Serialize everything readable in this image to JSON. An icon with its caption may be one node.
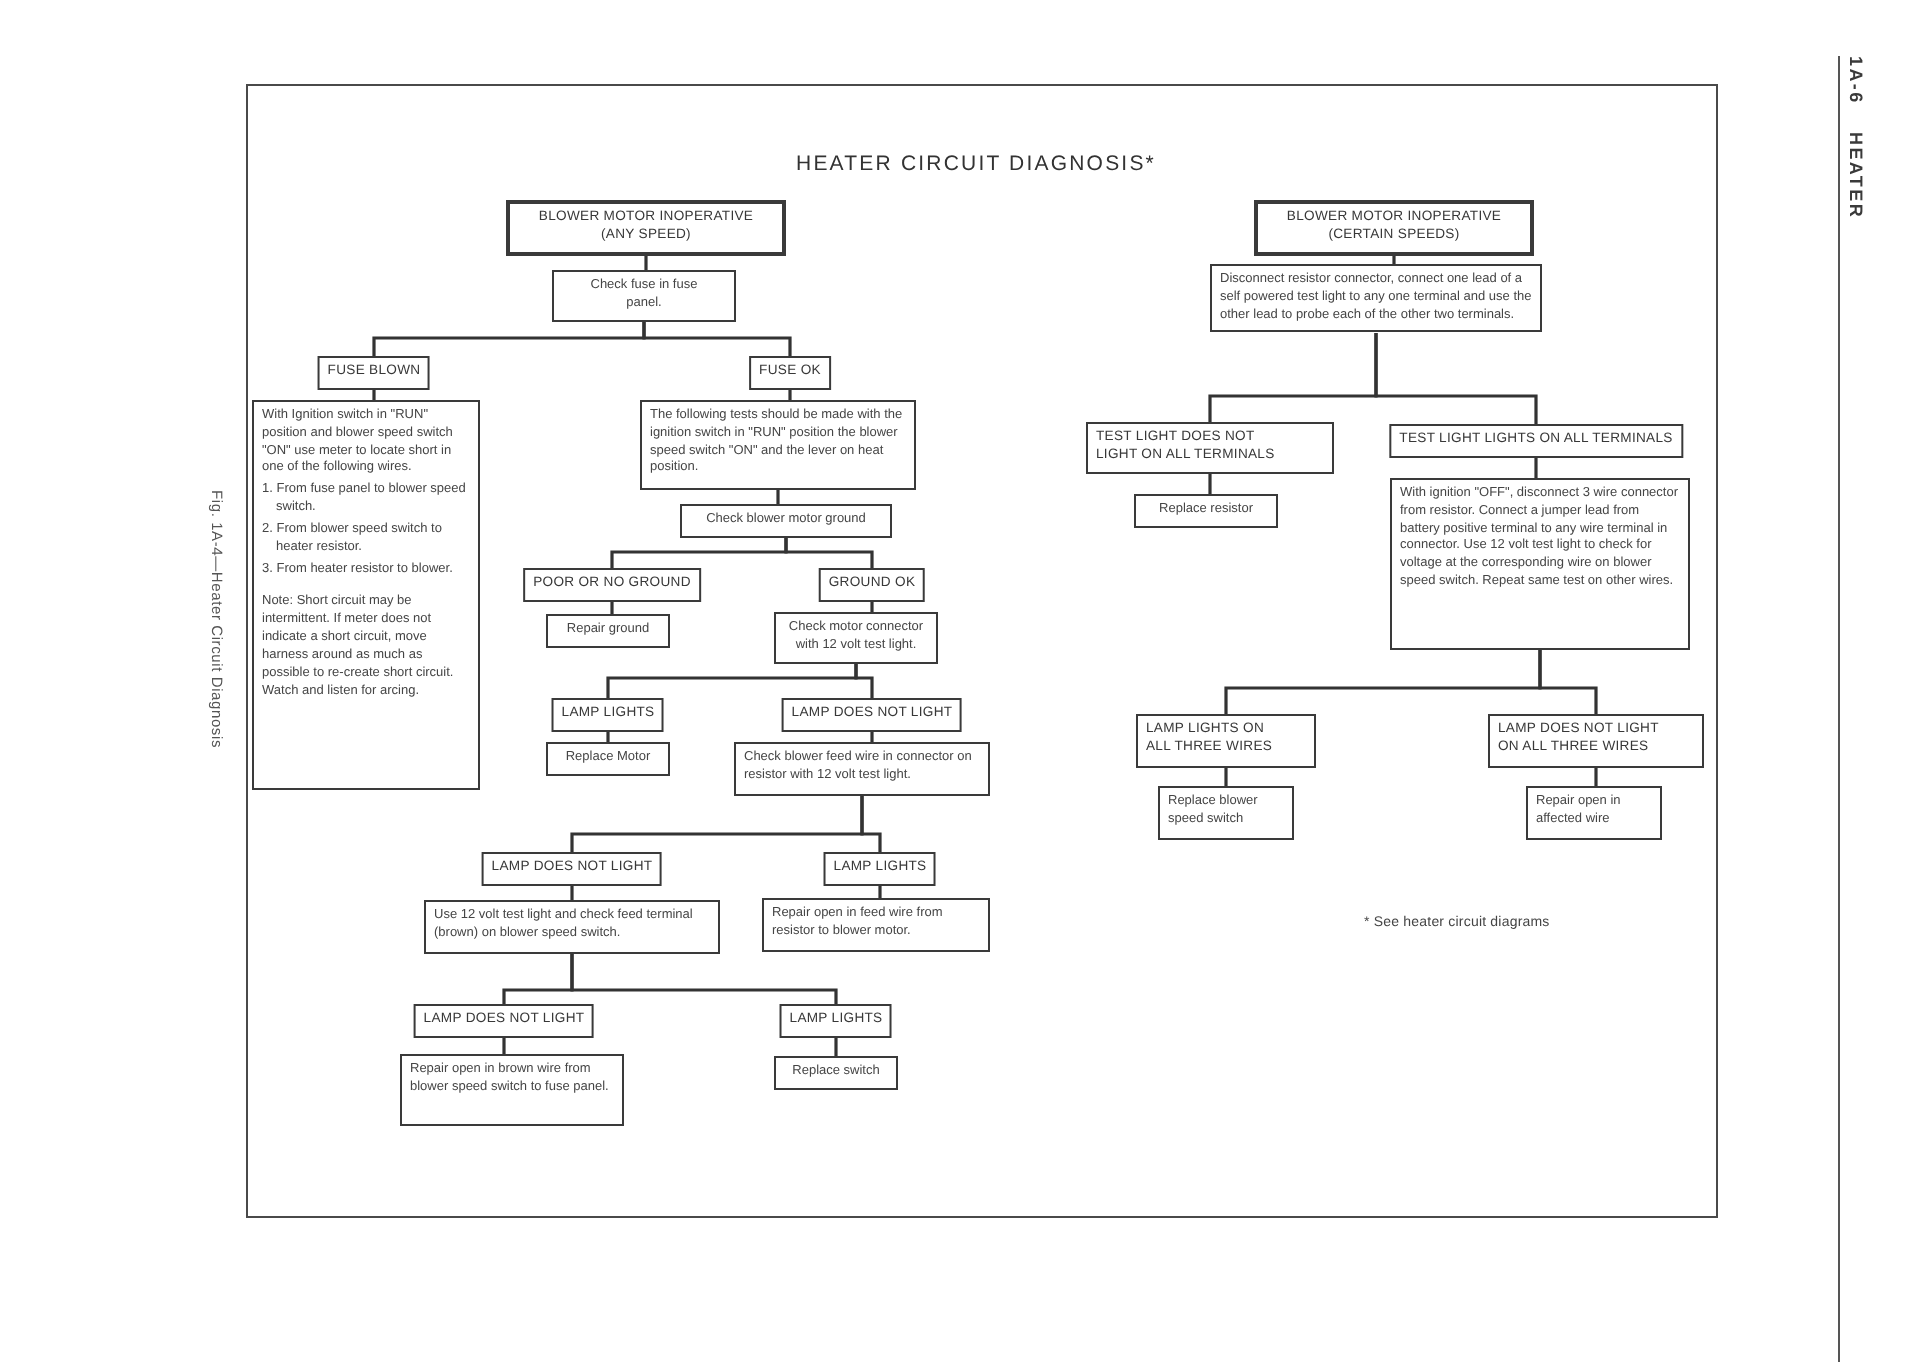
{
  "diagram": {
    "title": "HEATER CIRCUIT DIAGNOSIS*",
    "caption": "Fig. 1A-4—Heater Circuit Diagnosis",
    "nodes": [
      {
        "text": [
          "BLOWER MOTOR INOPERATIVE (ANY SPEED)"
        ]
      },
      {
        "text": [
          "Check fuse in fuse panel."
        ]
      },
      {
        "text": [
          "FUSE BLOWN"
        ]
      },
      {
        "text": [
          "FUSE OK"
        ]
      },
      {
        "text": [
          "With Ignition switch in \"RUN\" position and blower speed switch \"ON\" use meter to locate short in one of the following wires.",
          "1. From fuse panel to blower speed switch.",
          "2. From blower speed switch to heater resistor.",
          "3. From heater resistor to blower.",
          "Note: Short circuit may be intermittent. If meter does not indicate a short circuit, move harness around as much as possible to re-create short circuit. Watch and listen for arcing."
        ]
      },
      {
        "text": [
          "The following tests should be made with the ignition switch in \"RUN\" position the blower speed switch \"ON\" and the lever on heat position."
        ]
      },
      {
        "text": [
          "Check blower motor ground"
        ]
      },
      {
        "text": [
          "POOR OR NO GROUND"
        ]
      },
      {
        "text": [
          "GROUND OK"
        ]
      },
      {
        "text": [
          "Repair ground"
        ]
      },
      {
        "text": [
          "Check motor connector with 12 volt test light."
        ]
      },
      {
        "text": [
          "LAMP LIGHTS"
        ]
      },
      {
        "text": [
          "LAMP DOES NOT LIGHT"
        ]
      },
      {
        "text": [
          "Replace Motor"
        ]
      },
      {
        "text": [
          "Check blower feed wire in connector on resistor with 12 volt test light."
        ]
      },
      {
        "text": [
          "LAMP DOES NOT LIGHT"
        ]
      },
      {
        "text": [
          "LAMP LIGHTS"
        ]
      },
      {
        "text": [
          "Use 12 volt test light and check feed terminal (brown) on blower speed switch."
        ]
      },
      {
        "text": [
          "Repair open in feed wire from resistor to blower motor."
        ]
      },
      {
        "text": [
          "LAMP DOES NOT LIGHT"
        ]
      },
      {
        "text": [
          "LAMP LIGHTS"
        ]
      },
      {
        "text": [
          "Repair open in brown wire from blower speed switch to fuse panel."
        ]
      },
      {
        "text": [
          "Replace switch"
        ]
      },
      {
        "text": [
          "BLOWER MOTOR INOPERATIVE (CERTAIN SPEEDS)"
        ]
      },
      {
        "text": [
          "Disconnect resistor connector, connect one lead of a self powered test light to any one terminal and use the other lead to probe each of the other two terminals."
        ]
      },
      {
        "text": [
          "TEST LIGHT DOES NOT LIGHT ON ALL TERMINALS"
        ]
      },
      {
        "text": [
          "TEST LIGHT LIGHTS ON ALL TERMINALS"
        ]
      },
      {
        "text": [
          "Replace resistor"
        ]
      },
      {
        "text": [
          "With ignition \"OFF\", disconnect 3 wire connector from resistor. Connect a jumper lead from battery positive terminal to any wire terminal in connector. Use 12 volt test light to check for voltage at the corresponding wire on blower speed switch. Repeat same test on other wires."
        ]
      },
      {
        "text": [
          "LAMP LIGHTS ON ALL THREE WIRES"
        ]
      },
      {
        "text": [
          "LAMP DOES NOT LIGHT ON ALL THREE WIRES"
        ]
      },
      {
        "text": [
          "Replace blower speed switch"
        ]
      },
      {
        "text": [
          "Repair open in affected wire"
        ]
      }
    ],
    "edges": [
      {
        "from": 0,
        "to": 1,
        "arrow": "none"
      },
      {
        "from": 1,
        "to": 2,
        "arrow": "none"
      },
      {
        "from": 1,
        "to": 3,
        "arrow": "none"
      },
      {
        "from": 2,
        "to": 4,
        "arrow": "none"
      },
      {
        "from": 3,
        "to": 5,
        "arrow": "none"
      },
      {
        "from": 5,
        "to": 6,
        "arrow": "none"
      },
      {
        "from": 6,
        "to": 7,
        "arrow": "none"
      },
      {
        "from": 6,
        "to": 8,
        "arrow": "none"
      },
      {
        "from": 7,
        "to": 9,
        "arrow": "none"
      },
      {
        "from": 8,
        "to": 10,
        "arrow": "none"
      },
      {
        "from": 10,
        "to": 11,
        "arrow": "none"
      },
      {
        "from": 10,
        "to": 12,
        "arrow": "none"
      },
      {
        "from": 11,
        "to": 13,
        "arrow": "none"
      },
      {
        "from": 12,
        "to": 14,
        "arrow": "none"
      },
      {
        "from": 14,
        "to": 15,
        "arrow": "none"
      },
      {
        "from": 14,
        "to": 16,
        "arrow": "none"
      },
      {
        "from": 15,
        "to": 17,
        "arrow": "none"
      },
      {
        "from": 16,
        "to": 18,
        "arrow": "none"
      },
      {
        "from": 17,
        "to": 19,
        "arrow": "none"
      },
      {
        "from": 17,
        "to": 20,
        "arrow": "none"
      },
      {
        "from": 19,
        "to": 21,
        "arrow": "none"
      },
      {
        "from": 20,
        "to": 22,
        "arrow": "none"
      },
      {
        "from": 23,
        "to": 24,
        "arrow": "none"
      },
      {
        "from": 24,
        "to": 25,
        "arrow": "none"
      },
      {
        "from": 24,
        "to": 26,
        "arrow": "none"
      },
      {
        "from": 25,
        "to": 27,
        "arrow": "none"
      },
      {
        "from": 26,
        "to": 28,
        "arrow": "none"
      },
      {
        "from": 28,
        "to": 29,
        "arrow": "none"
      },
      {
        "from": 28,
        "to": 30,
        "arrow": "none"
      },
      {
        "from": 29,
        "to": 31,
        "arrow": "none"
      },
      {
        "from": 30,
        "to": 32,
        "arrow": "none"
      }
    ],
    "labels": [
      "1A-6",
      "HEATER",
      "* See heater circuit diagrams"
    ]
  }
}
